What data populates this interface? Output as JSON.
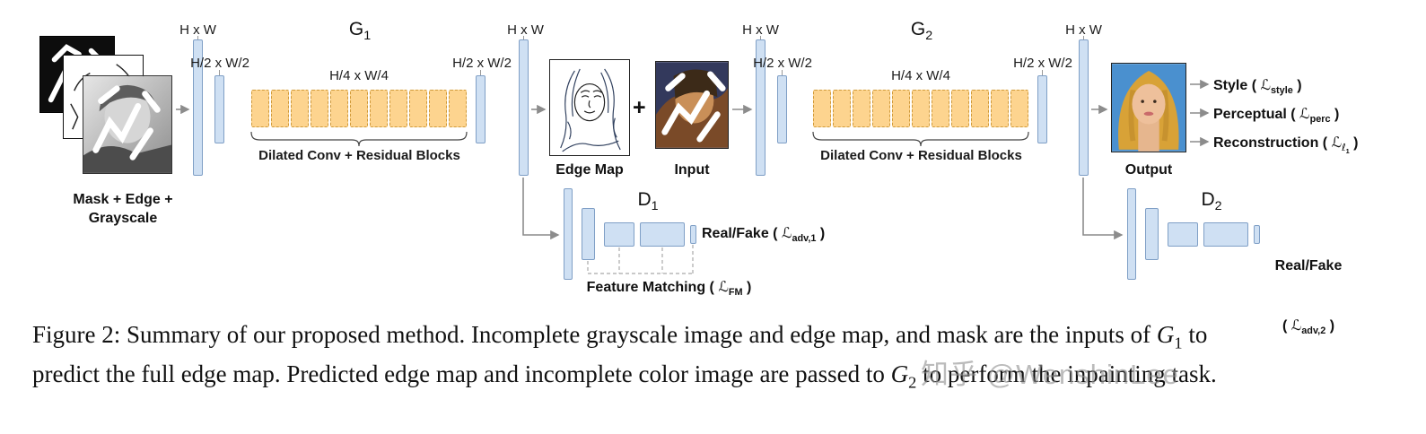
{
  "figure": {
    "inputs": {
      "label_line1": "Mask + Edge +",
      "label_line2": "Grayscale"
    },
    "dims": {
      "hw": "H x W",
      "h2w2": "H/2 x W/2",
      "h4w4": "H/4 x W/4"
    },
    "g1": {
      "base": "G",
      "sub": "1"
    },
    "g2": {
      "base": "G",
      "sub": "2"
    },
    "d1": {
      "base": "D",
      "sub": "1"
    },
    "d2": {
      "base": "D",
      "sub": "2"
    },
    "dilated_label": "Dilated Conv + Residual Blocks",
    "edge_map_label": "Edge Map",
    "plus": "+",
    "input_label": "Input",
    "output_label": "Output",
    "losses": {
      "style": {
        "pre": "Style ( ",
        "script": "ℒ",
        "sub": "style",
        "post": " )"
      },
      "perceptual": {
        "pre": "Perceptual ( ",
        "script": "ℒ",
        "sub": "perc",
        "post": " )"
      },
      "reconstruction": {
        "pre": "Reconstruction ( ",
        "script": "ℒ",
        "sub": "ℓ",
        "subsub": "1",
        "post": " )"
      },
      "adv1": {
        "pre": "Real/Fake ( ",
        "script": "ℒ",
        "sub": "adv,1",
        "post": " )"
      },
      "adv2": {
        "line1": "Real/Fake",
        "pre": "( ",
        "script": "ℒ",
        "sub": "adv,2",
        "post": " )"
      },
      "feature_matching": {
        "pre": "Feature Matching ( ",
        "script": "ℒ",
        "sub": "FM",
        "post": " )"
      }
    }
  },
  "caption": {
    "line1": {
      "text": "Figure 2: Summary of our proposed method. Incomplete grayscale image and edge map, and mask are the inputs of ",
      "var": "G",
      "var_sub": "1",
      "tail": " to"
    },
    "line2": {
      "text": "predict the full edge map. Predicted edge map and incomplete color image are passed to ",
      "var": "G",
      "var_sub": "2",
      "tail": " to perform the inpainting task."
    }
  },
  "watermark": "知乎 @WenshinLee",
  "colors": {
    "bar_fill": "#cfe0f3",
    "bar_border": "#7f9fc6",
    "block_fill": "#fdd48f",
    "block_border": "#d09a3a",
    "arrow": "#8c8c8c"
  }
}
